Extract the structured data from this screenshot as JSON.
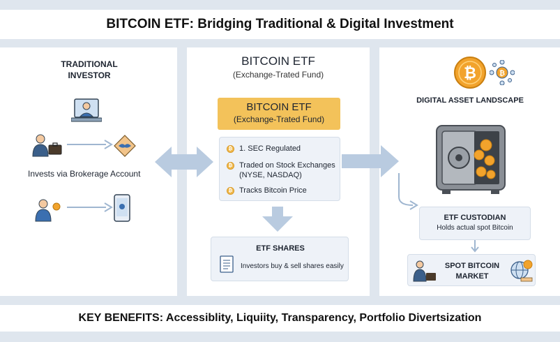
{
  "title": "BITCOIN ETF: Bridging Traditional & Digital Investment",
  "left": {
    "heading_line1": "TRADITIONAL",
    "heading_line2": "INVESTOR",
    "caption": "Invests via Brokerage Account"
  },
  "center": {
    "heading": "BITCOIN ETF",
    "subheading": "(Exchange-Trated Fund)",
    "gold_title": "BITCOIN ETF",
    "gold_subtitle": "(Exchange-Trated Fund)",
    "features": [
      "1. SEC Regulated",
      "Traded on Stock Exchanges",
      "(NYSE, NASDAQ)",
      "Tracks Bitcoin Price"
    ],
    "shares_title": "ETF SHARES",
    "shares_text": "Investors buy & sell shares easily"
  },
  "right": {
    "heading": "DIGITAL ASSET LANDSCAPE",
    "custodian_title": "ETF CUSTODIAN",
    "custodian_text": "Holds actual spot Bitcoin",
    "market_line1": "SPOT BITCOIN",
    "market_line2": "MARKET"
  },
  "bottom": "KEY BENEFITS: Accessiblity, Liquiity, Transparency, Portfolio Divertsization",
  "colors": {
    "background": "#dfe6ee",
    "gold": "#f3c25a",
    "bitcoin_orange": "#f2a32c",
    "arrow": "#b9cbe0",
    "panel_light": "#eef2f8"
  }
}
